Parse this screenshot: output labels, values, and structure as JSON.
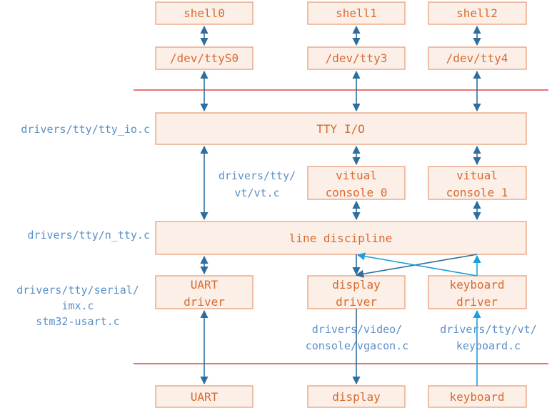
{
  "colors": {
    "box_fill": "#fbefe8",
    "box_stroke": "#e8a07a",
    "box_text": "#d96a2e",
    "annotation_text": "#5b8fc7",
    "separator": "#e0484a",
    "arrow_dark": "#2e6e9e",
    "arrow_light": "#1aa0dc"
  },
  "boxes": {
    "shell0": "shell0",
    "shell1": "shell1",
    "shell2": "shell2",
    "ttys0": "/dev/ttyS0",
    "tty3": "/dev/tty3",
    "tty4": "/dev/tty4",
    "tty_io": "TTY I/O",
    "vc0": [
      "vitual",
      "console 0"
    ],
    "vc1": [
      "vitual",
      "console 1"
    ],
    "line_discipline": "line discipline",
    "uart_driver": [
      "UART",
      "driver"
    ],
    "display_driver": [
      "display",
      "driver"
    ],
    "keyboard_driver": [
      "keyboard",
      "driver"
    ],
    "uart": "UART",
    "display": "display",
    "keyboard": "keyboard"
  },
  "annotations": {
    "tty_io_c": "drivers/tty/tty_io.c",
    "vt_c": [
      "drivers/tty/",
      "vt/vt.c"
    ],
    "n_tty_c": "drivers/tty/n_tty.c",
    "serial": [
      "drivers/tty/serial/",
      "imx.c",
      "stm32-usart.c"
    ],
    "vgacon": [
      "drivers/video/",
      "console/vgacon.c"
    ],
    "keyboard_c": [
      "drivers/tty/vt/",
      "keyboard.c"
    ]
  }
}
